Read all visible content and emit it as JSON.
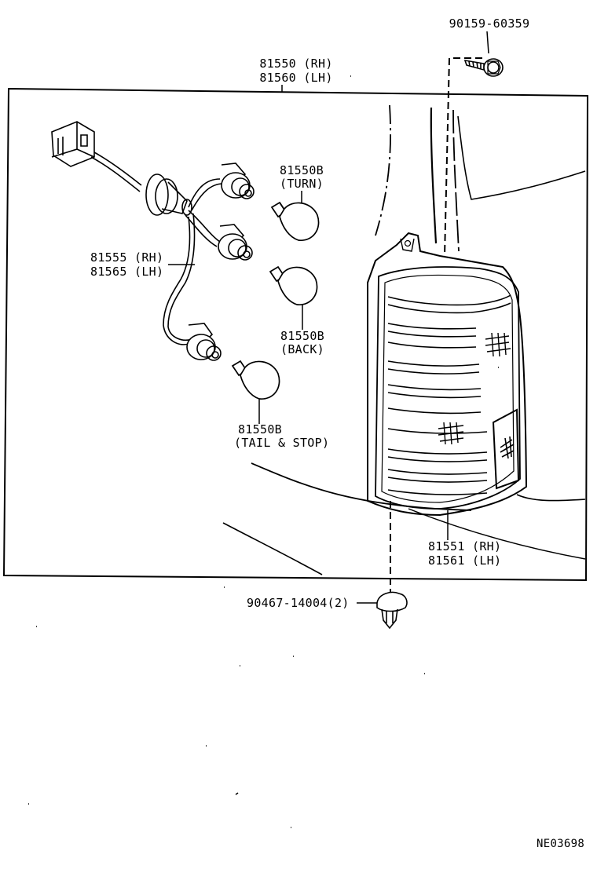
{
  "labels": {
    "screw": "90159-60359",
    "lamp_assy_rh": "81550 (RH)",
    "lamp_assy_lh": "81560 (LH)",
    "bulb_turn_part": "81550B",
    "bulb_turn_desc": "(TURN)",
    "socket_rh": "81555 (RH)",
    "socket_lh": "81565 (LH)",
    "bulb_back_part": "81550B",
    "bulb_back_desc": "(BACK)",
    "bulb_tail_part": "81550B",
    "bulb_tail_desc": "(TAIL & STOP)",
    "lens_rh": "81551 (RH)",
    "lens_lh": "81561 (LH)",
    "clip": "90467-14004(2)",
    "diagram_code": "NE03698"
  }
}
